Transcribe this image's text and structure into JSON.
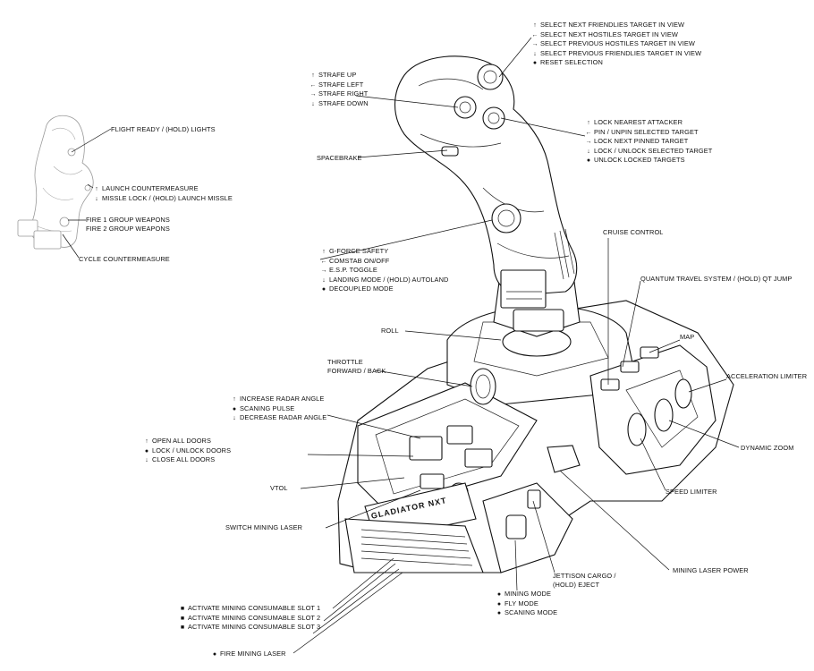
{
  "arrow_glyphs": {
    "up": "↑",
    "left": "←",
    "right": "→",
    "down": "↓",
    "dot": "●",
    "square": "■"
  },
  "base_logo_text": "GLADIATOR NXT",
  "labels": {
    "target_hat": [
      {
        "icon": "up",
        "text": "SELECT NEXT FRIENDLIES TARGET IN VIEW"
      },
      {
        "icon": "left",
        "text": "SELECT NEXT HOSTILES TARGET IN VIEW"
      },
      {
        "icon": "right",
        "text": "SELECT PREVIOUS HOSTILES TARGET IN VIEW"
      },
      {
        "icon": "down",
        "text": "SELECT PREVIOUS FRIENDLIES TARGET IN VIEW"
      },
      {
        "icon": "dot",
        "text": "RESET SELECTION"
      }
    ],
    "strafe_hat": [
      {
        "icon": "up",
        "text": "STRAFE UP"
      },
      {
        "icon": "left",
        "text": "STRAFE LEFT"
      },
      {
        "icon": "right",
        "text": "STRAFE  RIGHT"
      },
      {
        "icon": "down",
        "text": "STRAFE  DOWN"
      }
    ],
    "lock_hat": [
      {
        "icon": "up",
        "text": "LOCK NEAREST ATTACKER"
      },
      {
        "icon": "left",
        "text": "PIN / UNPIN SELECTED TARGET"
      },
      {
        "icon": "right",
        "text": "LOCK NEXT PINNED TARGET"
      },
      {
        "icon": "down",
        "text": "LOCK / UNLOCK SELECTED TARGET"
      },
      {
        "icon": "dot",
        "text": "UNLOCK LOCKED TARGETS"
      }
    ],
    "spacebrake": "SPACEBRAKE",
    "flight_ready": "FLIGHT READY / (HOLD) LIGHTS",
    "countermeasure": [
      {
        "icon": "up",
        "text": "LAUNCH COUNTERMEASURE"
      },
      {
        "icon": "down",
        "text": "MISSLE LOCK / (HOLD) LAUNCH MISSLE"
      }
    ],
    "fire_groups": [
      {
        "text": "FIRE 1 GROUP WEAPONS"
      },
      {
        "text": "FIRE 2 GROUP WEAPONS"
      }
    ],
    "cycle_countermeasure": "CYCLE COUNTERMEASURE",
    "gforce_hat": [
      {
        "icon": "up",
        "text": "G-FORCE SAFETY"
      },
      {
        "icon": "left",
        "text": "COMSTAB ON/OFF"
      },
      {
        "icon": "right",
        "text": "E.S.P. TOGGLE"
      },
      {
        "icon": "down",
        "text": "LANDING MODE /  (HOLD) AUTOLAND"
      },
      {
        "icon": "dot",
        "text": "DECOUPLED MODE"
      }
    ],
    "cruise_control": "CRUISE CONTROL",
    "quantum_travel": "QUANTUM TRAVEL SYSTEM / (HOLD) QT JUMP",
    "map": "MAP",
    "acceleration_limiter": "ACCELERATION LIMITER",
    "dynamic_zoom": "DYNAMIC ZOOM",
    "speed_limiter": "SPEED LIMITER",
    "roll": "ROLL",
    "throttle": [
      {
        "text": "THROTTLE"
      },
      {
        "text": "FORWARD / BACK"
      }
    ],
    "radar_hat": [
      {
        "icon": "up",
        "text": "INCREASE RADAR ANGLE"
      },
      {
        "icon": "dot",
        "text": "SCANING PULSE"
      },
      {
        "icon": "down",
        "text": "DECREASE RADAR ANGLE"
      }
    ],
    "doors_hat": [
      {
        "icon": "up",
        "text": "OPEN ALL DOORS"
      },
      {
        "icon": "dot",
        "text": "LOCK / UNLOCK DOORS"
      },
      {
        "icon": "down",
        "text": "CLOSE  ALL DOORS"
      }
    ],
    "vtol": "VTOL",
    "switch_mining_laser": "SWITCH MINING LASER",
    "mining_laser_power": "MINING LASER POWER",
    "jettison_cargo": [
      {
        "text": "JETTISON CARGO /"
      },
      {
        "text": "(HOLD) EJECT"
      }
    ],
    "modes": [
      {
        "icon": "dot",
        "text": "MINING MODE"
      },
      {
        "icon": "dot",
        "text": "FLY MODE"
      },
      {
        "icon": "dot",
        "text": "SCANING MODE"
      }
    ],
    "consumables": [
      {
        "icon": "square",
        "text": "ACTIVATE MINING CONSUMABLE SLOT 1"
      },
      {
        "icon": "square",
        "text": "ACTIVATE MINING CONSUMABLE SLOT 2"
      },
      {
        "icon": "square",
        "text": "ACTIVATE MINING CONSUMABLE SLOT 3"
      }
    ],
    "fire_mining_laser": {
      "icon": "dot",
      "text": "FIRE MINING LASER"
    }
  }
}
